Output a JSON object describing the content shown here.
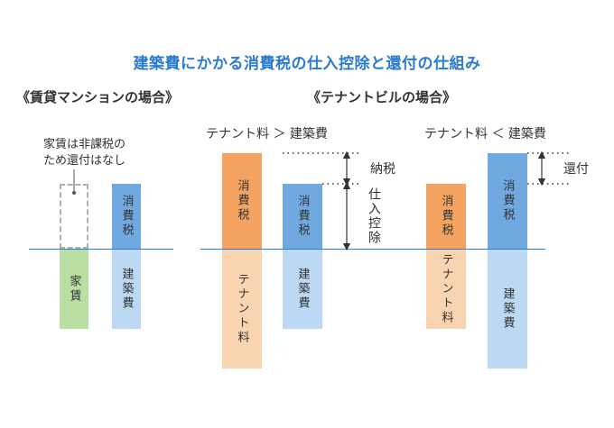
{
  "title": "建築費にかかる消費税の仕入控除と還付の仕組み",
  "left_section": {
    "heading": "《賃貸マンションの場合》",
    "note_line1": "家賃は非課税の",
    "note_line2": "ため還付はなし",
    "bar_rent_label": "家賃",
    "bar_tax_label": "消費税",
    "bar_cost_label": "建築費"
  },
  "right_section": {
    "heading": "《テナントビルの場合》",
    "case1": {
      "condition": "テナント料 ＞ 建築費",
      "bar_tax_label": "消費税",
      "bar_rent_label": "テナント料",
      "bar_tax2_label": "消費税",
      "bar_cost_label": "建築費",
      "payment_label": "納税",
      "deduction_label": "仕入控除"
    },
    "case2": {
      "condition": "テナント料 ＜ 建築費",
      "bar_tax_label": "消費税",
      "bar_rent_label": "テナント料",
      "bar_tax2_label": "消費税",
      "bar_cost_label": "建築費",
      "refund_label": "還付"
    }
  },
  "colors": {
    "title": "#2a7bd0",
    "baseline": "#2a7bd0",
    "tax_orange": "#f4a460",
    "tax_blue": "#6fa9e0",
    "cost_light_blue": "#bcd8f2",
    "rent_light_orange": "#f9d4b0",
    "house_rent_green": "#b9dfa3"
  }
}
